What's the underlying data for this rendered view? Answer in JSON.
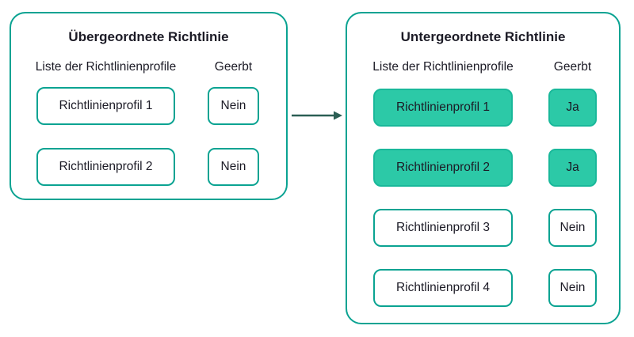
{
  "colors": {
    "outline_teal": "#0aa392",
    "highlight_fill": "#2cc9a7",
    "highlight_border": "#19b89a",
    "arrow_dark_teal": "#2b5f54",
    "text_dark": "#1c1b26",
    "background": "#ffffff"
  },
  "parent_panel": {
    "title": "Übergeordnete Richtlinie",
    "col_profiles": "Liste der Richtlinienprofile",
    "col_inherited": "Geerbt",
    "rows": [
      {
        "profile": "Richtlinienprofil 1",
        "inherited": "Nein",
        "highlighted": false
      },
      {
        "profile": "Richtlinienprofil 2",
        "inherited": "Nein",
        "highlighted": false
      }
    ]
  },
  "child_panel": {
    "title": "Untergeordnete Richtlinie",
    "col_profiles": "Liste der Richtlinienprofile",
    "col_inherited": "Geerbt",
    "rows": [
      {
        "profile": "Richtlinienprofil 1",
        "inherited": "Ja",
        "highlighted": true
      },
      {
        "profile": "Richtlinienprofil 2",
        "inherited": "Ja",
        "highlighted": true
      },
      {
        "profile": "Richtlinienprofil 3",
        "inherited": "Nein",
        "highlighted": false
      },
      {
        "profile": "Richtlinienprofil 4",
        "inherited": "Nein",
        "highlighted": false
      }
    ]
  }
}
